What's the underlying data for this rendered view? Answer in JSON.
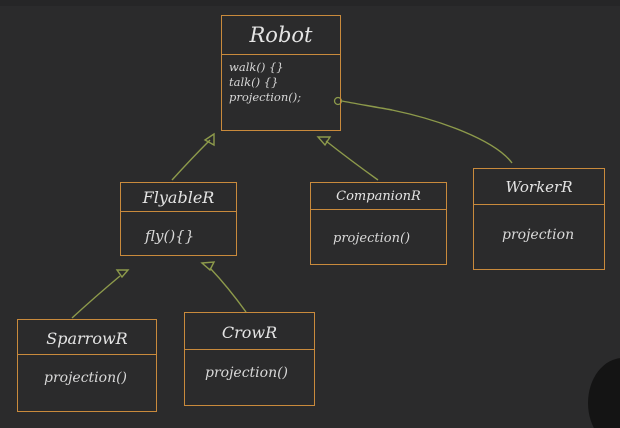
{
  "diagram": {
    "colors": {
      "background": "#2b2b2c",
      "box_border": "#c98a3c",
      "connector": "#8d9a4b",
      "text": "#e4e4e4"
    },
    "classes": [
      {
        "id": "robot",
        "name": "Robot",
        "methods": [
          "walk() {}",
          "talk() {}",
          "projection();"
        ]
      },
      {
        "id": "flyable",
        "name": "FlyableR",
        "methods": [
          "fly(){}"
        ]
      },
      {
        "id": "companion",
        "name": "CompanionR",
        "methods": [
          "projection()"
        ]
      },
      {
        "id": "worker",
        "name": "WorkerR",
        "methods": [
          "projection"
        ]
      },
      {
        "id": "sparrow",
        "name": "SparrowR",
        "methods": [
          "projection()"
        ]
      },
      {
        "id": "crow",
        "name": "CrowR",
        "methods": [
          "projection()"
        ]
      }
    ],
    "relations": [
      {
        "from": "flyable",
        "to": "robot",
        "type": "inheritance"
      },
      {
        "from": "companion",
        "to": "robot",
        "type": "inheritance"
      },
      {
        "from": "worker",
        "to": "robot",
        "type": "association"
      },
      {
        "from": "sparrow",
        "to": "flyable",
        "type": "inheritance"
      },
      {
        "from": "crow",
        "to": "flyable",
        "type": "inheritance"
      }
    ]
  }
}
